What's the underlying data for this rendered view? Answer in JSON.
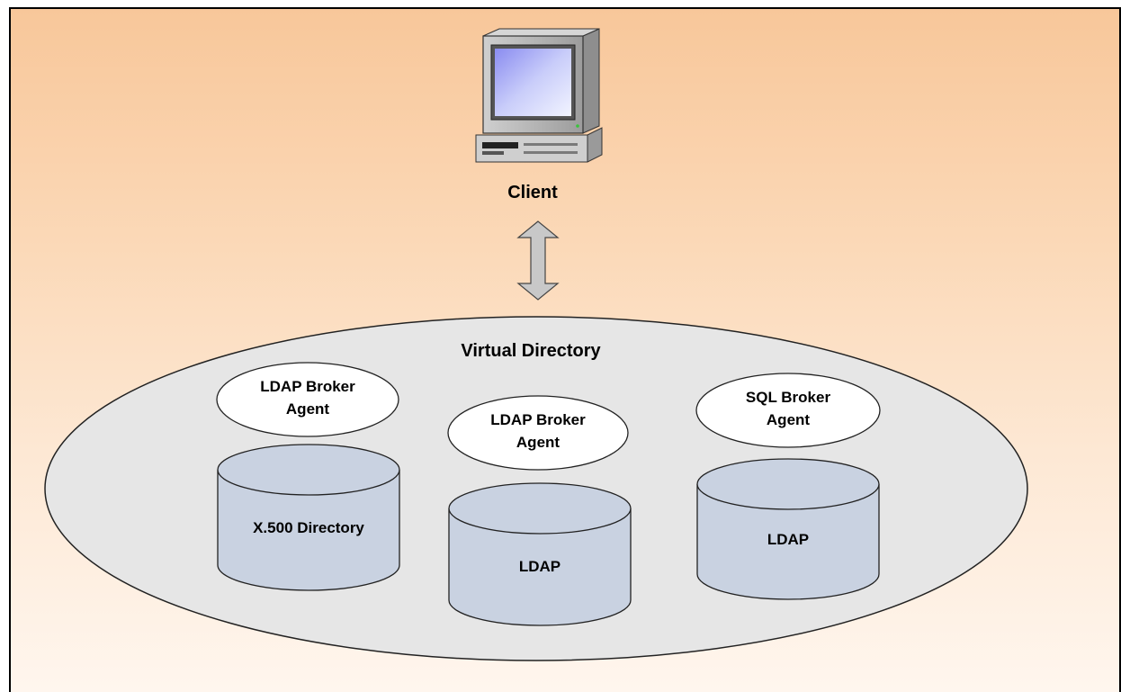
{
  "client": {
    "label": "Client",
    "icon": "desktop-computer-icon"
  },
  "virtual_directory": {
    "title": "Virtual Directory",
    "agents": [
      {
        "line1": "LDAP Broker",
        "line2": "Agent"
      },
      {
        "line1": "LDAP Broker",
        "line2": "Agent"
      },
      {
        "line1": "SQL Broker",
        "line2": "Agent"
      }
    ],
    "stores": [
      {
        "label": "X.500 Directory"
      },
      {
        "label": "LDAP"
      },
      {
        "label": "LDAP"
      }
    ]
  },
  "colors": {
    "background_top": "#f8c79a",
    "background_bottom": "#fff6ee",
    "ellipse_fill": "#e6e6e6",
    "cylinder_fill": "#c9d2e1",
    "arrow_fill": "#c8c8c8"
  }
}
